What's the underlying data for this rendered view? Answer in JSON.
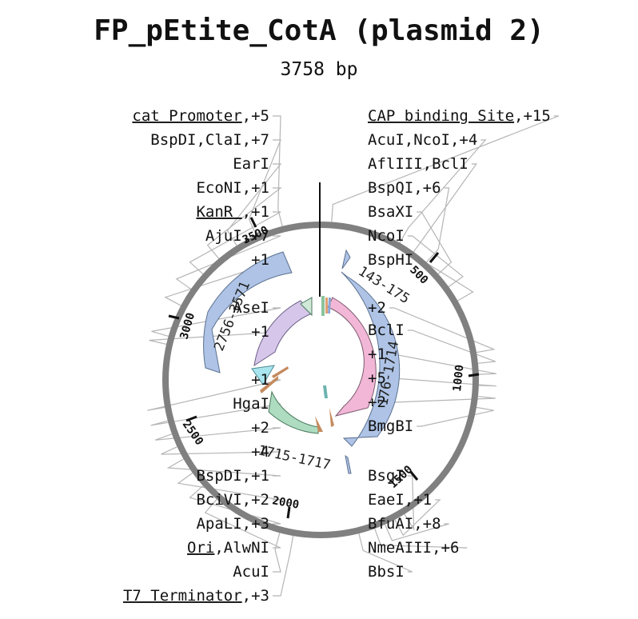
{
  "header": {
    "title": "FP_pEtite_CotA (plasmid 2)",
    "length": "3758 bp"
  },
  "colors": {
    "backbone": "#808080",
    "feature_blue": "#aec3e5",
    "cds_pink": "#f2b7d6",
    "lavender": "#d6c7ea",
    "mint": "#aedcc0",
    "cyan": "#a9e5ee"
  },
  "map": {
    "tick_marks": [
      {
        "label": "500"
      },
      {
        "label": "1000"
      },
      {
        "label": "1500"
      },
      {
        "label": "2000"
      },
      {
        "label": "2500"
      },
      {
        "label": "3000"
      },
      {
        "label": "3500"
      }
    ],
    "feature_labels": [
      {
        "label": "143-175"
      },
      {
        "label": "176-1714"
      },
      {
        "label": "1715-1717"
      },
      {
        "label": "2756-3571"
      }
    ]
  },
  "labels_left": [
    {
      "name": "cat Promoter",
      "suffix": ",+5",
      "underline": true
    },
    {
      "name": "BspDI,ClaI,+7",
      "suffix": "",
      "underline": false
    },
    {
      "name": "EarI",
      "suffix": "",
      "underline": false
    },
    {
      "name": "EcoNI,+1",
      "suffix": "",
      "underline": false
    },
    {
      "name": "KanR ",
      "suffix": ",+1",
      "underline": true
    },
    {
      "name": "AjuI,+7",
      "suffix": "",
      "underline": false
    },
    {
      "name": "+1",
      "suffix": "",
      "underline": false
    },
    {
      "name": "AseI",
      "suffix": "",
      "underline": false
    },
    {
      "name": "+1",
      "suffix": "",
      "underline": false
    },
    {
      "name": "+1",
      "suffix": "",
      "underline": false
    },
    {
      "name": "HgaI",
      "suffix": "",
      "underline": false
    },
    {
      "name": "+2",
      "suffix": "",
      "underline": false
    },
    {
      "name": "+4",
      "suffix": "",
      "underline": false
    },
    {
      "name": "BspDI,+1",
      "suffix": "",
      "underline": false
    },
    {
      "name": "BciVI,+2",
      "suffix": "",
      "underline": false
    },
    {
      "name": "ApaLI,+3",
      "suffix": "",
      "underline": false
    },
    {
      "name": "Ori",
      "suffix": ",AlwNI",
      "underline": true
    },
    {
      "name": "AcuI",
      "suffix": "",
      "underline": false
    },
    {
      "name": "T7 Terminator",
      "suffix": ",+3",
      "underline": true
    }
  ],
  "labels_right": [
    {
      "name": "CAP binding Site",
      "suffix": ",+15",
      "underline": true
    },
    {
      "name": "AcuI,NcoI,+4",
      "suffix": "",
      "underline": false
    },
    {
      "name": "AflIII,BclI",
      "suffix": "",
      "underline": false
    },
    {
      "name": "BspQI,+6",
      "suffix": "",
      "underline": false
    },
    {
      "name": "BsaXI",
      "suffix": "",
      "underline": false
    },
    {
      "name": "NcoI",
      "suffix": "",
      "underline": false
    },
    {
      "name": "BspHI",
      "suffix": "",
      "underline": false
    },
    {
      "name": "+2",
      "suffix": "",
      "underline": false
    },
    {
      "name": "BclI",
      "suffix": "",
      "underline": false
    },
    {
      "name": "+1",
      "suffix": "",
      "underline": false
    },
    {
      "name": "+5",
      "suffix": "",
      "underline": false
    },
    {
      "name": "+2",
      "suffix": "",
      "underline": false
    },
    {
      "name": "BmgBI",
      "suffix": "",
      "underline": false
    },
    {
      "name": "BsgI",
      "suffix": "",
      "underline": false
    },
    {
      "name": "EaeI,+1",
      "suffix": "",
      "underline": false
    },
    {
      "name": "BfuAI,+8",
      "suffix": "",
      "underline": false
    },
    {
      "name": "NmeAIII,+6",
      "suffix": "",
      "underline": false
    },
    {
      "name": "BbsI",
      "suffix": "",
      "underline": false
    }
  ]
}
